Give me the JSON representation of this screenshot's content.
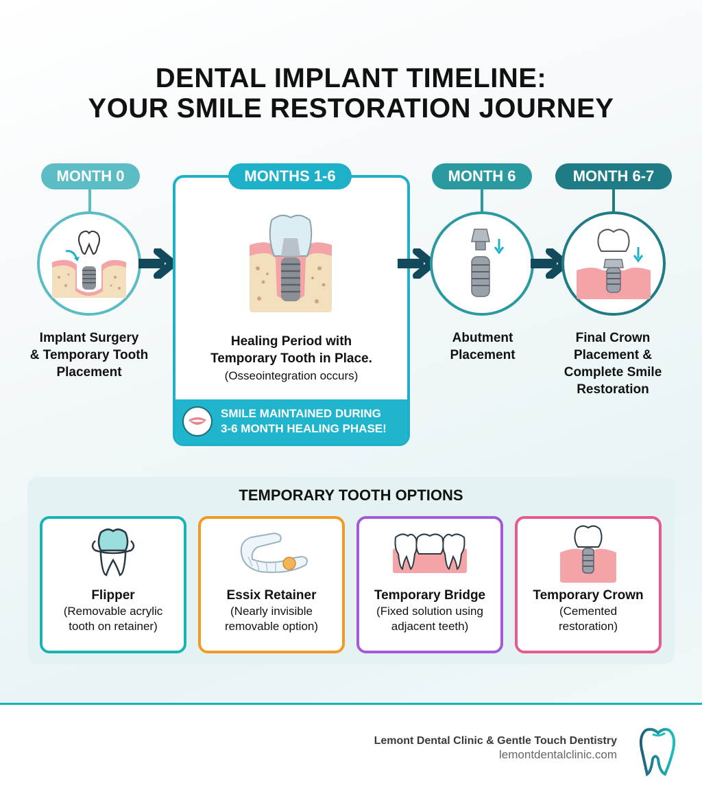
{
  "title": {
    "line1": "DENTAL IMPLANT TIMELINE:",
    "line2": "YOUR SMILE RESTORATION JOURNEY"
  },
  "timeline": [
    {
      "period": "MONTH 0",
      "label_lines": [
        "Implant Surgery",
        "& Temporary Tooth",
        "Placement"
      ],
      "color": "#5bbcc4",
      "icon": "implant-in-bone-with-tooth-icon"
    },
    {
      "period": "MONTHS 1-6",
      "label_lines": [
        "Healing Period with",
        "Temporary Tooth in Place."
      ],
      "sub": "(Osseointegration occurs)",
      "color": "#1fb0c9",
      "icon": "healed-implant-crown-icon",
      "banner": {
        "line1": "SMILE MAINTAINED DURING",
        "line2": "3-6 MONTH HEALING PHASE!",
        "icon": "smile-lips-icon"
      }
    },
    {
      "period": "MONTH 6",
      "label_lines": [
        "Abutment",
        "Placement"
      ],
      "color": "#2a9aa0",
      "icon": "abutment-implant-icon"
    },
    {
      "period": "MONTH 6-7",
      "label_lines": [
        "Final Crown",
        "Placement &",
        "Complete Smile",
        "Restoration"
      ],
      "color": "#1f7c85",
      "icon": "crown-on-implant-icon"
    }
  ],
  "options": {
    "title": "TEMPORARY TOOTH OPTIONS",
    "cards": [
      {
        "name": "Flipper",
        "desc_lines": [
          "(Removable acrylic",
          "tooth on retainer)"
        ],
        "color": "#1ab3b3",
        "icon": "flipper-tooth-icon"
      },
      {
        "name": "Essix Retainer",
        "desc_lines": [
          "(Nearly invisible",
          "removable option)"
        ],
        "color": "#f39a24",
        "icon": "essix-retainer-icon"
      },
      {
        "name": "Temporary Bridge",
        "desc_lines": [
          "(Fixed solution using",
          "adjacent teeth)"
        ],
        "color": "#a25ad8",
        "icon": "bridge-teeth-icon"
      },
      {
        "name": "Temporary Crown",
        "desc_lines": [
          "(Cemented",
          "restoration)"
        ],
        "color": "#e85a8e",
        "icon": "temporary-crown-icon"
      }
    ]
  },
  "footer": {
    "clinic": "Lemont Dental Clinic & Gentle Touch Dentistry",
    "url": "lemontdentalclinic.com",
    "logo": "tooth-logo-icon"
  },
  "colors": {
    "teal_light": "#5bbcc4",
    "cyan": "#1fb0c9",
    "teal_dark": "#1f7c85",
    "arrow": "#124a5c",
    "gum": "#f4a3a6",
    "bone": "#f3dfbd"
  }
}
